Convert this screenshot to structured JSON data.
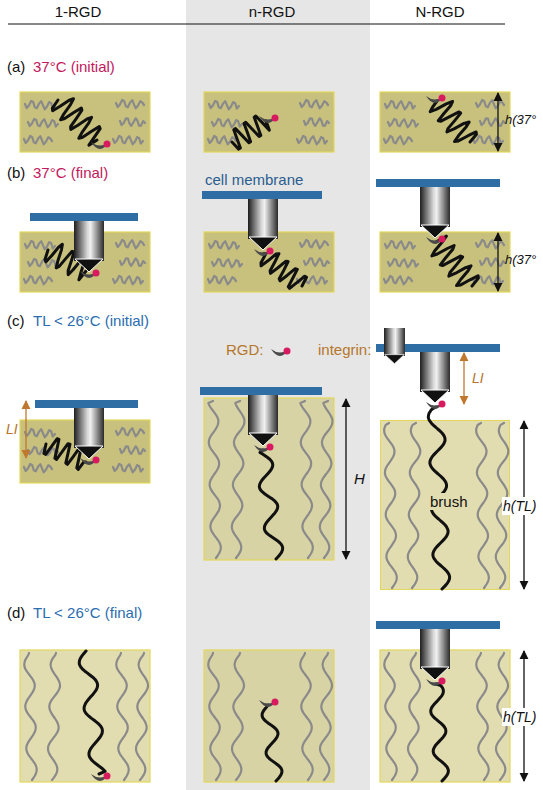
{
  "diagram": {
    "nodes": [
      {
        "text": [
          "brush"
        ]
      }
    ],
    "labels": [
      "1-RGD",
      "n-RGD",
      "N-RGD",
      "(a)",
      "37°C (initial)",
      "h(37°",
      "(b)",
      "37°C (final)",
      "cell membrane",
      "h(37°",
      "(c)",
      "TL < 26°C (initial)",
      "RGD:",
      "integrin:",
      "LI",
      "LI",
      "H",
      "h(TL)",
      "(d)",
      "TL < 26°C (final)",
      "h(TL)"
    ]
  }
}
